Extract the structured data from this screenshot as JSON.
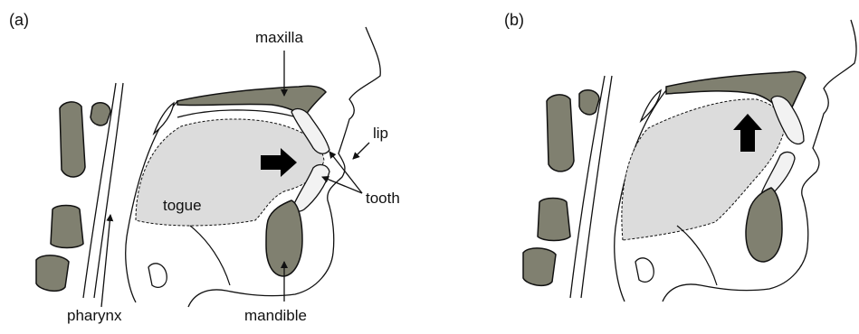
{
  "panel_a": {
    "label": "(a)",
    "labels": {
      "maxilla": "maxilla",
      "lip": "lip",
      "tongue": "togue",
      "tooth": "tooth",
      "pharynx": "pharynx",
      "mandible": "mandible"
    }
  },
  "panel_b": {
    "label": "(b)"
  },
  "colors": {
    "bone": "#808070",
    "tongue_fill": "#dcdcdc",
    "tooth_fill": "#f2f2f2",
    "outline": "#111111",
    "arrow": "#000000"
  }
}
